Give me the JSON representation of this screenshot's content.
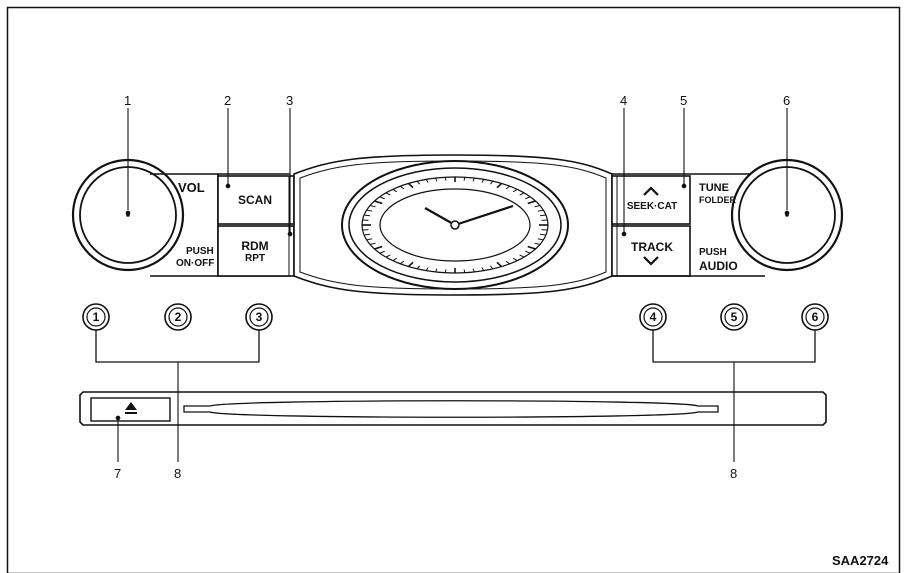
{
  "diagram": {
    "callouts": [
      "1",
      "2",
      "3",
      "4",
      "5",
      "6",
      "7",
      "8",
      "8"
    ],
    "controls": {
      "vol": "VOL",
      "push_on_off_line1": "PUSH",
      "push_on_off_line2": "ON·OFF",
      "scan": "SCAN",
      "rdm": "RDM",
      "rpt": "RPT",
      "seek_cat": "SEEK·CAT",
      "track": "TRACK",
      "tune": "TUNE",
      "folder": "FOLDER",
      "push_audio_line1": "PUSH",
      "push_audio_line2": "AUDIO"
    },
    "presets": [
      "1",
      "2",
      "3",
      "4",
      "5",
      "6"
    ],
    "figure_code": "SAA2724"
  }
}
